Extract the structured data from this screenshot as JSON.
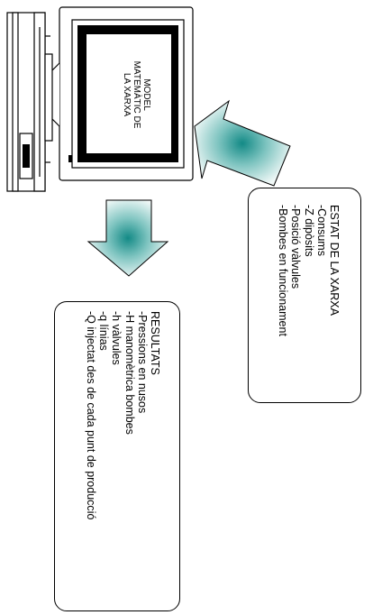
{
  "screen": {
    "label_lines": [
      "MODEL",
      "MATEMÀTIC DE",
      "LA XARXA"
    ]
  },
  "estat": {
    "title": "ESTAT DE LA XARXA",
    "items": [
      "-Consums",
      "-Z dipòsits",
      "-Posició vàlvules",
      "-Bombes en funcionament"
    ]
  },
  "resultats": {
    "title": "RESULTATS",
    "items": [
      "-Pressions en nusos",
      "-H manomètrica bombes",
      "-h vàlvules",
      "-q línias",
      "-Q injectat des de cada punt de producció"
    ]
  },
  "colors": {
    "arrow_center": "#138a86",
    "arrow_edge": "#e8f4f3",
    "line": "#000000"
  },
  "icons": [
    "computer-icon",
    "arrow-into-computer",
    "arrow-to-results"
  ]
}
